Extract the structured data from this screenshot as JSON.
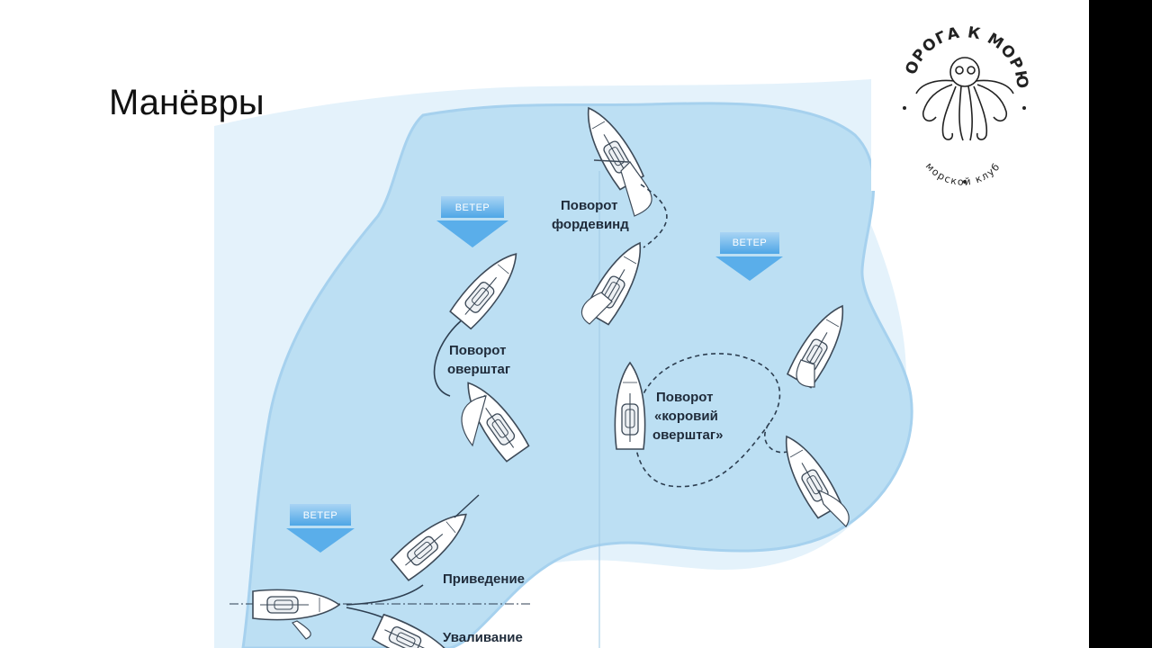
{
  "slide": {
    "title": "Манёвры"
  },
  "wind_markers": [
    {
      "label": "ВЕТЕР"
    },
    {
      "label": "ВЕТЕР"
    },
    {
      "label": "ВЕТЕР"
    }
  ],
  "maneuvers": {
    "jibe": {
      "line1": "Поворот",
      "line2": "фордевинд"
    },
    "tack": {
      "line1": "Поворот",
      "line2": "оверштаг"
    },
    "cow_tack": {
      "line1": "Поворот",
      "line2": "«коровий",
      "line3": "оверштаг»"
    },
    "luff_up": {
      "label": "Приведение"
    },
    "bear_away": {
      "label": "Уваливание"
    }
  },
  "logo": {
    "name": "ДОРОГА К МОРЮ",
    "subtitle": "морской клуб"
  },
  "colors": {
    "water": "#bcdff3",
    "water_edge": "#9dcbea",
    "wind_arrow": "#6fb6ea",
    "boat_hull": "#ffffff",
    "outline": "#3d4a58"
  }
}
